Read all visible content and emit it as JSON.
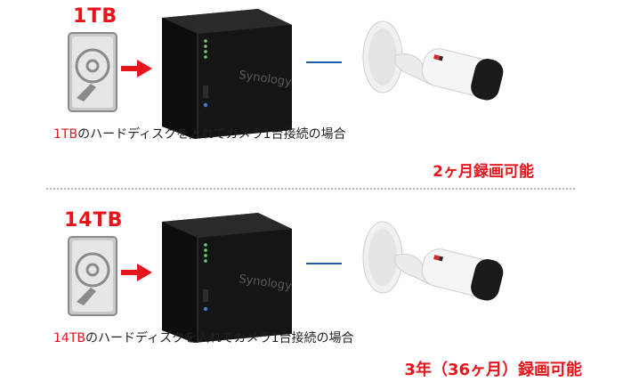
{
  "sections": [
    {
      "capacity_label": "1TB",
      "caption_capacity": "1TB",
      "caption_rest": "のハードディスクを入れてカメラ1台接続の場合",
      "result": "2ヶ月録画可能",
      "nas_brand": "Synology"
    },
    {
      "capacity_label": "14TB",
      "caption_capacity": "14TB",
      "caption_rest": "のハードディスクを入れてカメラ1台接続の場合",
      "result": "3年（36ヶ月）録画可能",
      "nas_brand": "Synology"
    }
  ],
  "colors": {
    "accent_red": "#e8141b",
    "link_blue": "#1f5fa8",
    "nas_black": "#151515"
  },
  "icons": [
    "hard-disk-icon",
    "arrow-right-icon",
    "nas-device-icon",
    "security-camera-icon"
  ]
}
